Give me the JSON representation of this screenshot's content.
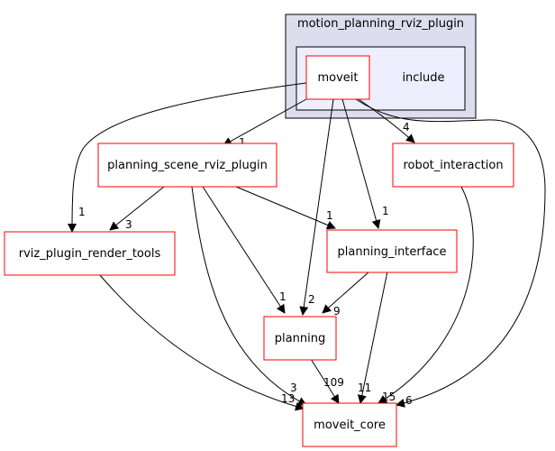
{
  "colors": {
    "outer_cluster_fill": "#ddddee",
    "inner_cluster_fill": "#eeeeff",
    "cluster_stroke": "#000000",
    "node_stroke": "#ff0000",
    "node_fill": "#ffffff",
    "edge": "#000000"
  },
  "clusters": {
    "outer_label": "motion_planning_rviz_plugin",
    "inner_label": "include"
  },
  "nodes": {
    "moveit": "moveit",
    "planning_scene_rviz_plugin": "planning_scene_rviz_plugin",
    "robot_interaction": "robot_interaction",
    "rviz_plugin_render_tools": "rviz_plugin_render_tools",
    "planning_interface": "planning_interface",
    "planning": "planning",
    "moveit_core": "moveit_core"
  },
  "edges": {
    "moveit_to_psrp": "1",
    "moveit_to_robot_interaction": "4",
    "moveit_to_rviz_render": "1",
    "moveit_to_planning_interface": "1",
    "moveit_to_planning": "2",
    "moveit_to_moveit_core": "6",
    "psrp_to_rviz_render": "3",
    "psrp_to_planning_interface": "1",
    "psrp_to_planning": "1",
    "psrp_to_moveit_core": "3",
    "planning_interface_to_planning": "9",
    "planning_interface_to_moveit_core": "11",
    "robot_interaction_to_moveit_core": "15",
    "rviz_render_to_moveit_core": "13",
    "planning_to_moveit_core": "109"
  }
}
